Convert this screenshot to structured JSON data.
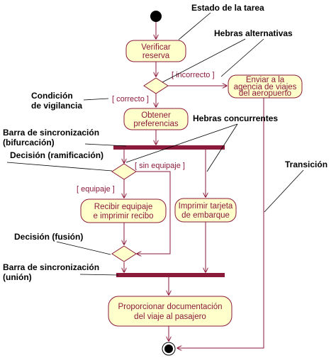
{
  "activities": {
    "verificar": [
      "Verificar",
      "reserva"
    ],
    "enviar": [
      "Enviar a la",
      "agencia de viajes",
      "del aeropuerto"
    ],
    "obtener": [
      "Obtener",
      "preferencias"
    ],
    "recibir": [
      "Recibir equipaje",
      "e imprimir recibo"
    ],
    "imprimir": [
      "Imprimir tarjeta",
      "de embarque"
    ],
    "proporcionar": [
      "Proporcionar documentación",
      "del viaje al pasajero"
    ]
  },
  "guards": {
    "incorrecto": "[ incorrecto ]",
    "correcto": "[ correcto ]",
    "sin_equipaje": "[ sin equipaje ]",
    "equipaje": "[ equipaje ]"
  },
  "annotations": {
    "estado": "Estado de la tarea",
    "hebras_alt": "Hebras alternativas",
    "condicion": [
      "Condición",
      "de vigilancia"
    ],
    "barra_bif": [
      "Barra de sincronización",
      "(bifurcación)"
    ],
    "hebras_conc": "Hebras concurrentes",
    "decision_ram": "Decisión (ramificación)",
    "transicion": "Transición",
    "decision_fus": "Decisión (fusión)",
    "barra_union": [
      "Barra de sincronización",
      "(unión)"
    ]
  },
  "colors": {
    "stroke": "#8b1a3b",
    "fill": "#ffffcc",
    "annotation": "#000000"
  }
}
